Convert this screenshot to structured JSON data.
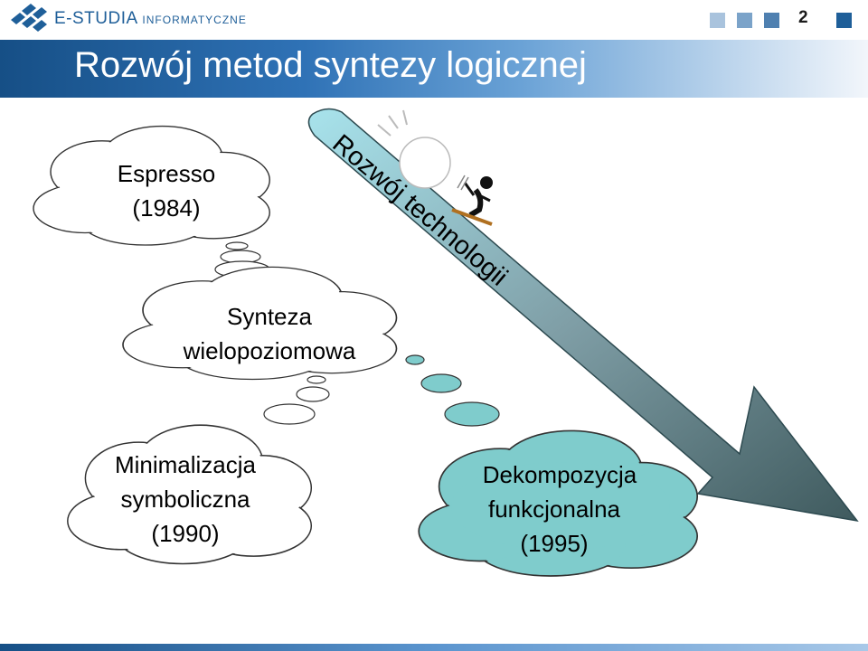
{
  "header": {
    "brand_main": "E-STUDIA",
    "brand_sub": "INFORMATYCZNE",
    "slide_number": "2",
    "squares": [
      "#a9c3dd",
      "#7ba3c9",
      "#4f80b0",
      "#1f5f99"
    ]
  },
  "slide": {
    "title": "Rozwój metod syntezy logicznej"
  },
  "diagram": {
    "arrow_label": "Rozwój technologii",
    "clouds": [
      {
        "lines": [
          "Espresso",
          "(1984)"
        ]
      },
      {
        "lines": [
          "Synteza",
          "wielopoziomowa"
        ]
      },
      {
        "lines": [
          "Minimalizacja",
          "symboliczna",
          "(1990)"
        ]
      },
      {
        "lines": [
          "Dekompozycja",
          "funkcjonalna",
          "(1995)"
        ]
      }
    ]
  },
  "colors": {
    "accent_blue": "#1f5f99",
    "teal_cloud": "#7fcccc",
    "arrow_dark": "#3f5a5e"
  }
}
